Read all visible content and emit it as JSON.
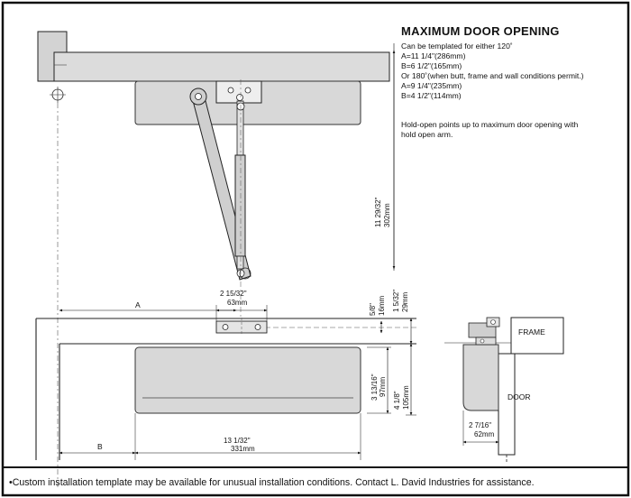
{
  "heading": {
    "title": "MAXIMUM DOOR OPENING",
    "lines": [
      "Can be templated for either 120˚",
      "A=11 1/4\"(286mm)",
      "B=6 1/2\"(165mm)",
      "Or 180˚(when butt, frame and wall conditions permit.)",
      "A=9 1/4\"(235mm)",
      "B=4 1/2\"(114mm)"
    ],
    "hold_open": [
      "Hold-open points up to maximum door opening with",
      "hold open arm."
    ]
  },
  "dimensions": {
    "arm_length_in": "11 29/32\"",
    "arm_length_mm": "302mm",
    "shoe_width_in": "2  15/32\"",
    "shoe_width_mm": "63mm",
    "shoe_height_in": "5/8\"",
    "shoe_height_mm": "16mm",
    "frame_offset_in": "1 5/32\"",
    "frame_offset_mm": "29mm",
    "closer_height_in": "3 13/16\"",
    "closer_height_mm": "97mm",
    "closer_depth_in": "4 1/8\"",
    "closer_depth_mm": "105mm",
    "closer_length_in": "13  1/32\"",
    "closer_length_mm": "331mm",
    "side_depth_in": "2  7/16\"",
    "side_depth_mm": "62mm"
  },
  "labels": {
    "a": "A",
    "b": "B",
    "frame": "FRAME",
    "door": "DOOR"
  },
  "footnote": "•Custom installation template may be available for unusual installation conditions. Contact L. David Industries for assistance."
}
